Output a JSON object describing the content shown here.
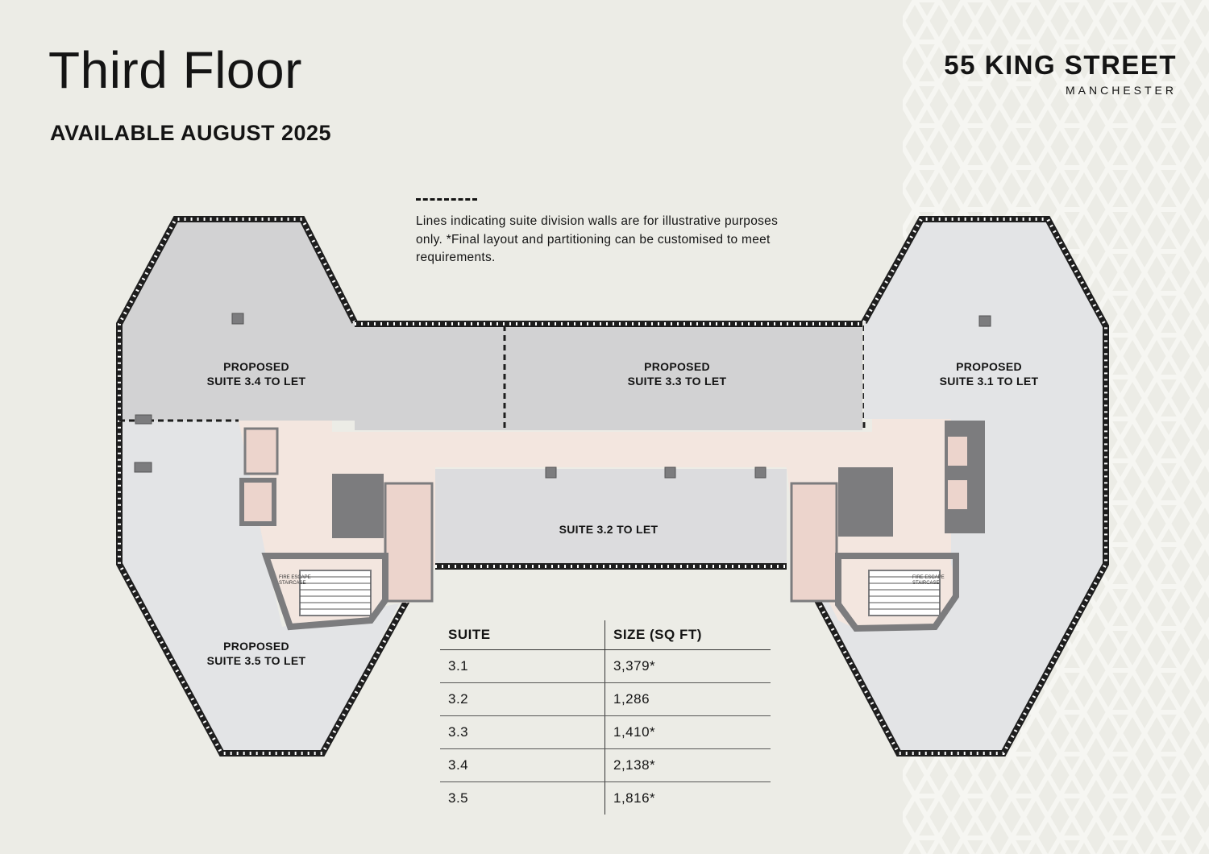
{
  "header": {
    "title": "Third Floor",
    "subtitle": "AVAILABLE AUGUST 2025"
  },
  "brand": {
    "name": "55 KING STREET",
    "city": "MANCHESTER"
  },
  "note": {
    "text": "Lines indicating suite division walls are for illustrative purposes only. *Final layout and partitioning can be customised to meet requirements."
  },
  "plan": {
    "suites": {
      "s34": {
        "line1": "PROPOSED",
        "line2": "SUITE 3.4 TO LET"
      },
      "s33": {
        "line1": "PROPOSED",
        "line2": "SUITE 3.3 TO LET"
      },
      "s31": {
        "line1": "PROPOSED",
        "line2": "SUITE 3.1 TO LET"
      },
      "s32": {
        "line1": "SUITE 3.2 TO LET"
      },
      "s35": {
        "line1": "PROPOSED",
        "line2": "SUITE 3.5 TO LET"
      }
    },
    "fire_escape": {
      "line1": "FIRE ESCAPE",
      "line2": "STAIRCASE"
    },
    "colors": {
      "suite_dark": "#d2d2d3",
      "suite_light": "#e3e4e6",
      "core": "#f3e6df",
      "wc": "#ecd4cc",
      "wall": "#7c7c7e",
      "outline": "#1e1e1e",
      "background": "#ecece6"
    }
  },
  "table": {
    "headers": [
      "SUITE",
      "SIZE (SQ FT)"
    ],
    "rows": [
      [
        "3.1",
        "3,379*"
      ],
      [
        "3.2",
        "1,286"
      ],
      [
        "3.3",
        "1,410*"
      ],
      [
        "3.4",
        "2,138*"
      ],
      [
        "3.5",
        "1,816*"
      ]
    ]
  }
}
